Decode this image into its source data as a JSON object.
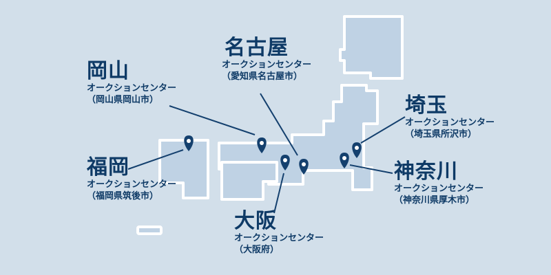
{
  "map": {
    "colors": {
      "background": "#d2dfea",
      "land": "#bfd2e4",
      "coast": "#ffffff",
      "pin": "#14406e",
      "text": "#0e3a66"
    },
    "centers": [
      {
        "id": "okayama",
        "name": "岡山",
        "subtitle": "オークションセンター",
        "city": "岡山県岡山市"
      },
      {
        "id": "nagoya",
        "name": "名古屋",
        "subtitle": "オークションセンター",
        "city": "愛知県名古屋市"
      },
      {
        "id": "saitama",
        "name": "埼玉",
        "subtitle": "オークションセンター",
        "city": "埼玉県所沢市"
      },
      {
        "id": "fukuoka",
        "name": "福岡",
        "subtitle": "オークションセンター",
        "city": "福岡県筑後市"
      },
      {
        "id": "kanagawa",
        "name": "神奈川",
        "subtitle": "オークションセンター",
        "city": "神奈川県厚木市"
      },
      {
        "id": "osaka",
        "name": "大阪",
        "subtitle": "オークションセンター",
        "city": "大阪府"
      }
    ],
    "pin_icon": "location-pin-icon"
  }
}
